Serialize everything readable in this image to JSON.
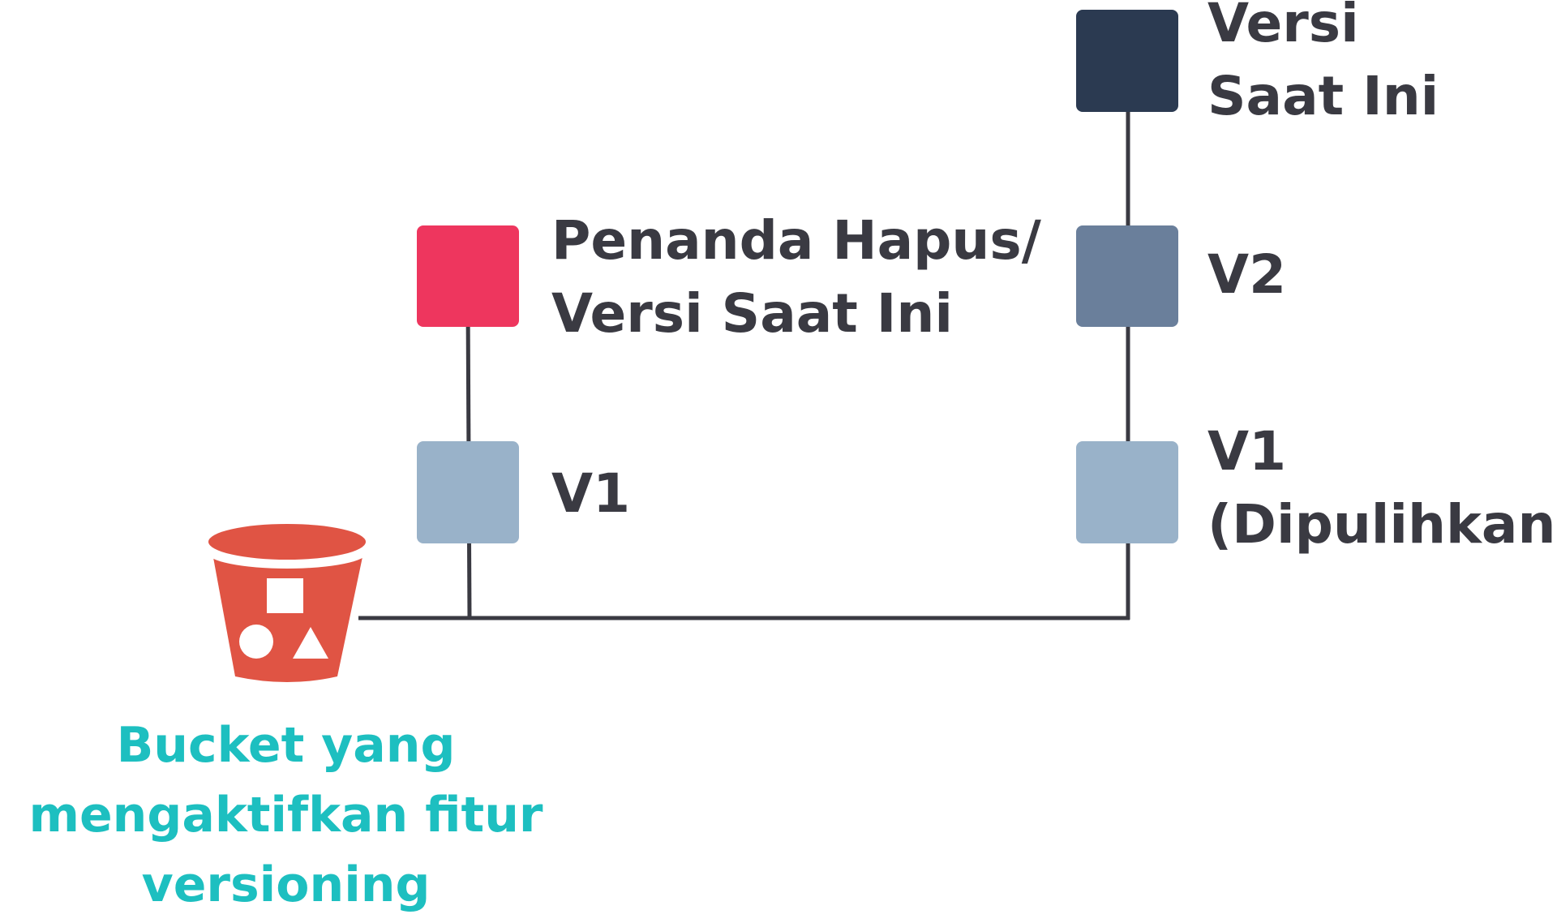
{
  "colors": {
    "line": "#3a3a42",
    "delete_marker": "#ee365e",
    "current_version": "#2b3a51",
    "v2": "#6a7f9b",
    "v1": "#99b2c9",
    "bucket": "#e05444",
    "caption": "#1dbfc0",
    "text": "#3a3a42"
  },
  "left_branch": {
    "top_label": [
      "Penanda Hapus/",
      "Versi Saat Ini"
    ],
    "bottom_label": [
      "V1"
    ]
  },
  "right_branch": {
    "top_label": [
      "Versi",
      "Saat Ini"
    ],
    "middle_label": [
      "V2"
    ],
    "bottom_label": [
      "V1",
      "(Dipulihkan)"
    ]
  },
  "bucket": {
    "icon": "bucket-icon",
    "caption": [
      "Bucket yang",
      "mengaktifkan fitur",
      "versioning"
    ]
  }
}
